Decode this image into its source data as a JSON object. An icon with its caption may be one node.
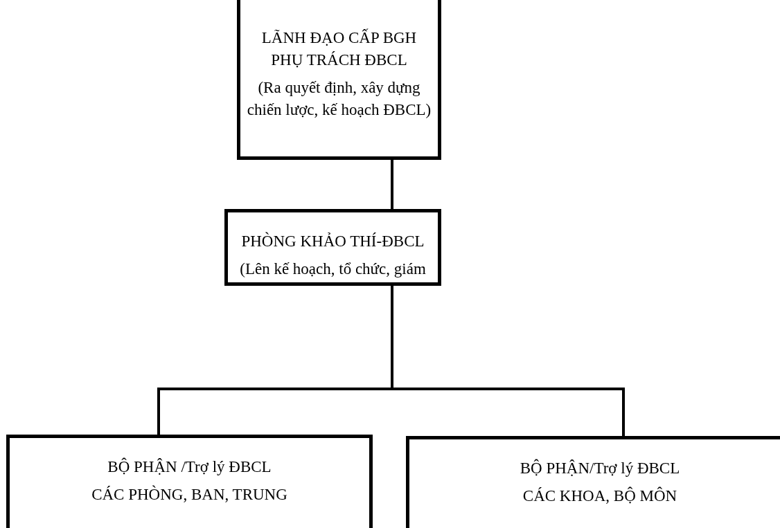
{
  "diagram": {
    "nodes": [
      {
        "text": [
          "LÃNH ĐẠO CẤP BGH PHỤ TRÁCH ĐBCL",
          "(Ra quyết định, xây dựng chiến lược, kế hoạch ĐBCL)"
        ]
      },
      {
        "text": [
          "PHÒNG KHẢO THÍ-ĐBCL",
          "(Lên kế hoạch, tổ chức, giám"
        ]
      },
      {
        "text": [
          "BỘ PHẬN /Trợ lý ĐBCL",
          "CÁC PHÒNG, BAN, TRUNG"
        ]
      },
      {
        "text": [
          "BỘ PHẬN/Trợ lý ĐBCL",
          "CÁC KHOA, BỘ MÔN"
        ]
      }
    ],
    "edges": [
      {
        "from": 0,
        "to": 1,
        "arrow": "none"
      },
      {
        "from": 1,
        "to": 2,
        "arrow": "none"
      },
      {
        "from": 1,
        "to": 3,
        "arrow": "none"
      }
    ]
  }
}
